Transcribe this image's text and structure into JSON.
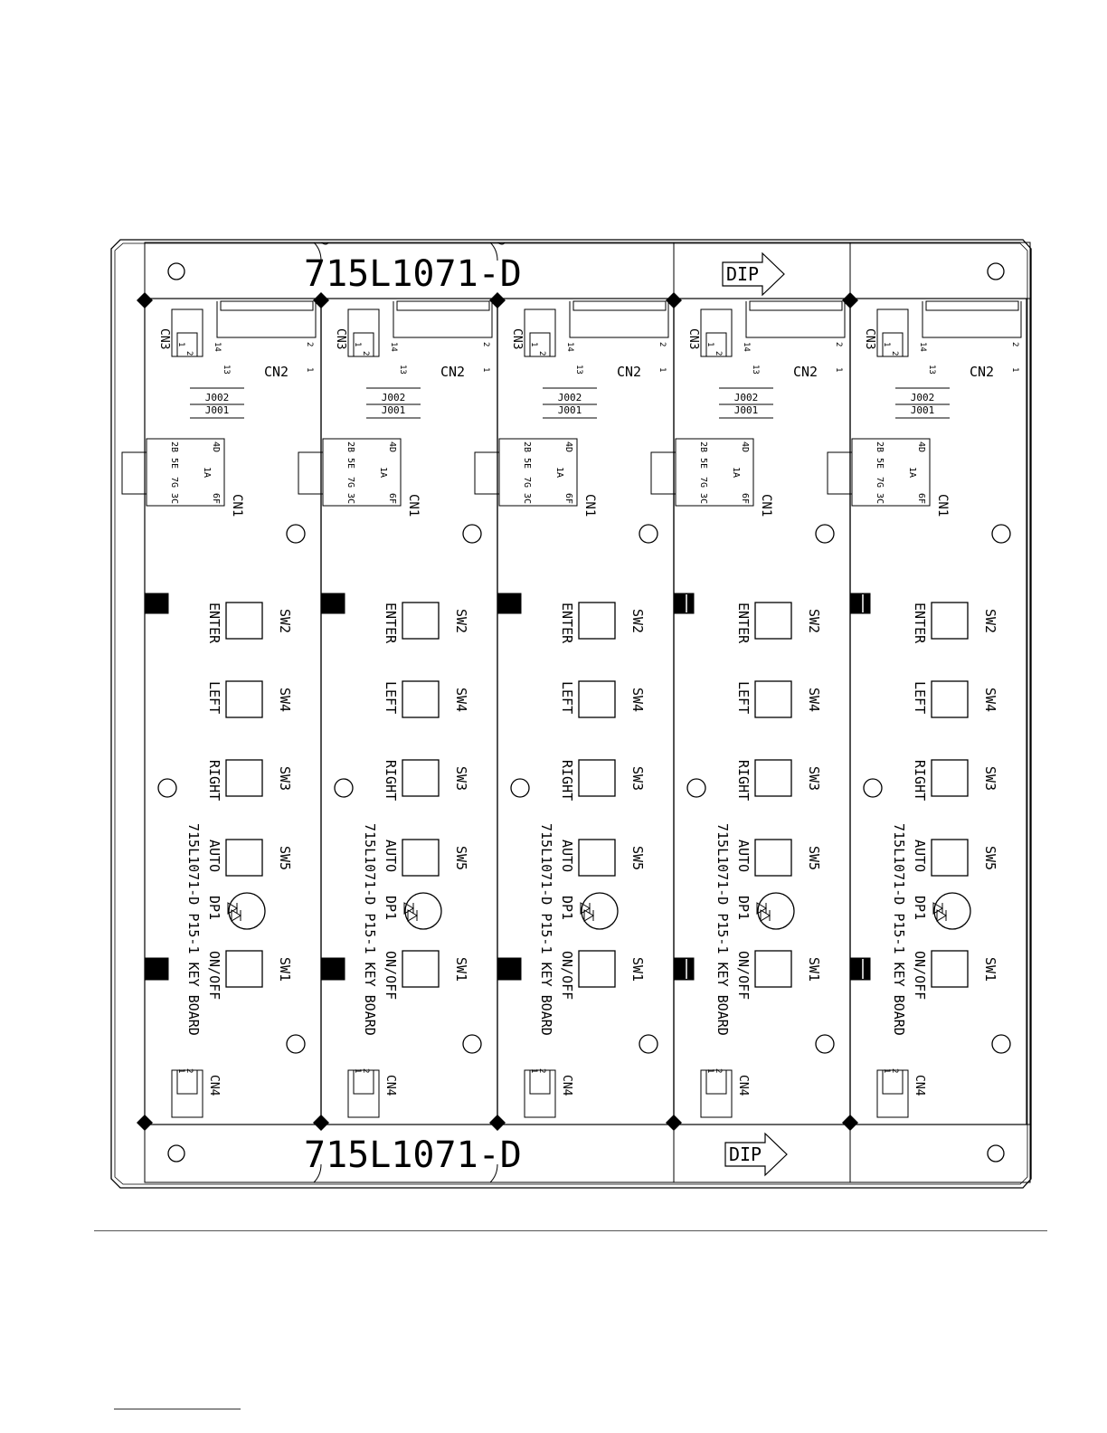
{
  "panel": {
    "part_number": "715L1071-D",
    "dip_label": "DIP"
  },
  "board": {
    "cn3": "CN3",
    "cn2": "CN2",
    "cn1": "CN1",
    "cn4": "CN4",
    "pin_14": "14",
    "pin_2": "2",
    "pin_13": "13",
    "pin_1": "1",
    "cn3_pin_1": "1",
    "cn3_pin_2": "2",
    "cn4_pin_1": "1",
    "cn4_pin_2": "2",
    "jumper_top": "J002",
    "jumper_bottom": "J001",
    "cn1_pins": [
      "2B",
      "5E",
      "7G",
      "3C",
      "4D",
      "1A",
      "6F"
    ],
    "switches": [
      {
        "ref": "SW2",
        "label": "ENTER"
      },
      {
        "ref": "SW4",
        "label": "LEFT"
      },
      {
        "ref": "SW3",
        "label": "RIGHT"
      },
      {
        "ref": "SW5",
        "label": "AUTO"
      },
      {
        "ref": "SW1",
        "label": "ON/OFF"
      }
    ],
    "led_ref": "DP1",
    "board_title": "715L1071-D P15-1 KEY BOARD"
  }
}
